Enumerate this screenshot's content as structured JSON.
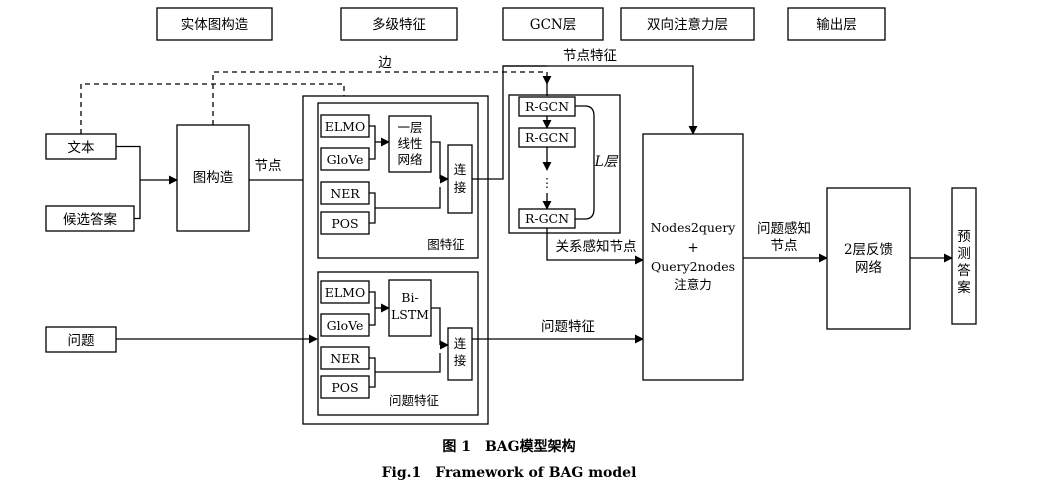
{
  "headers": [
    "实体图构造",
    "多级特征",
    "GCN层",
    "双向注意力层",
    "输出层"
  ],
  "inputs": {
    "text": "文本",
    "candidates": "候选答案",
    "question": "问题"
  },
  "graph_builder": "图构造",
  "edge_labels": {
    "edge": "边",
    "node": "节点",
    "node_features": "节点特征",
    "relation_nodes": "关系感知节点",
    "question_features": "问题特征",
    "question_aware_nodes": [
      "问题感知",
      "节点"
    ]
  },
  "graph_features": {
    "elmo": "ELMO",
    "glove": "GloVe",
    "linear": [
      "一层",
      "线性",
      "网络"
    ],
    "ner": "NER",
    "pos": "POS",
    "concat": [
      "连",
      "接"
    ],
    "title": "图特征"
  },
  "question_features": {
    "elmo": "ELMO",
    "glove": "GloVe",
    "bilstm": [
      "Bi-",
      "LSTM"
    ],
    "ner": "NER",
    "pos": "POS",
    "concat": [
      "连",
      "接"
    ],
    "title": "问题特征"
  },
  "gcn": {
    "layer": "R-GCN",
    "dots": "⋮",
    "layers_label": "L层"
  },
  "attention": [
    "Nodes2query",
    "+",
    "Query2nodes",
    "注意力"
  ],
  "feedback": [
    "2层反馈",
    "网络"
  ],
  "output": [
    "预",
    "测",
    "答",
    "案"
  ],
  "caption_cn": "图 1　BAG模型架构",
  "caption_en": "Fig.1　Framework of BAG model"
}
